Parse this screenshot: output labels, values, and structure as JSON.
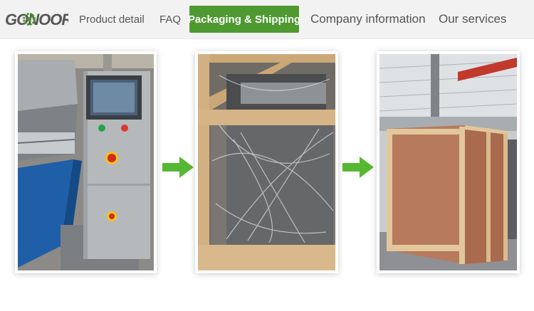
{
  "brand": {
    "logo_text": "GONOOR",
    "logo_color": "#555555",
    "logo_accent": "#4e9a31"
  },
  "nav": {
    "items": [
      {
        "label": "Product detail",
        "active": false
      },
      {
        "label": "FAQ",
        "active": false
      },
      {
        "label": "Packaging & Shipping",
        "active": true
      },
      {
        "label": "Company information",
        "active": false
      },
      {
        "label": "Our services",
        "active": false
      }
    ]
  },
  "colors": {
    "active_tab": "#4e9a31",
    "arrow": "#56b832",
    "nav_bg": "#f2f2f2"
  },
  "steps": [
    {
      "image": "machine-photo",
      "next_icon": "arrow-right-icon"
    },
    {
      "image": "film-wrapped-machine-photo",
      "next_icon": "arrow-right-icon"
    },
    {
      "image": "wooden-crate-photo"
    }
  ]
}
